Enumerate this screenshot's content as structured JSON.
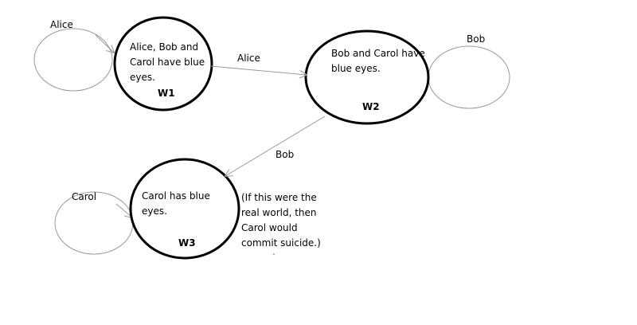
{
  "diagram": {
    "worlds": [
      {
        "id": "W1",
        "label": "W1",
        "text": "Alice, Bob and Carol have blue eyes."
      },
      {
        "id": "W2",
        "label": "W2",
        "text": "Bob and Carol have blue eyes."
      },
      {
        "id": "W3",
        "label": "W3",
        "text": "Carol has blue eyes."
      }
    ],
    "self_loops": [
      {
        "world": "W1",
        "label": "Alice"
      },
      {
        "world": "W2",
        "label": "Bob"
      },
      {
        "world": "W3",
        "label": "Carol"
      }
    ],
    "edges": [
      {
        "from": "W1",
        "to": "W2",
        "label": "Alice"
      },
      {
        "from": "W2",
        "to": "W3",
        "label": "Bob"
      }
    ],
    "note": "(If this were the real world, then Carol would commit suicide.)"
  },
  "colors": {
    "world_stroke": "#000000",
    "edge_stroke": "#9a9a9a",
    "text": "#000000",
    "background": "#ffffff"
  }
}
